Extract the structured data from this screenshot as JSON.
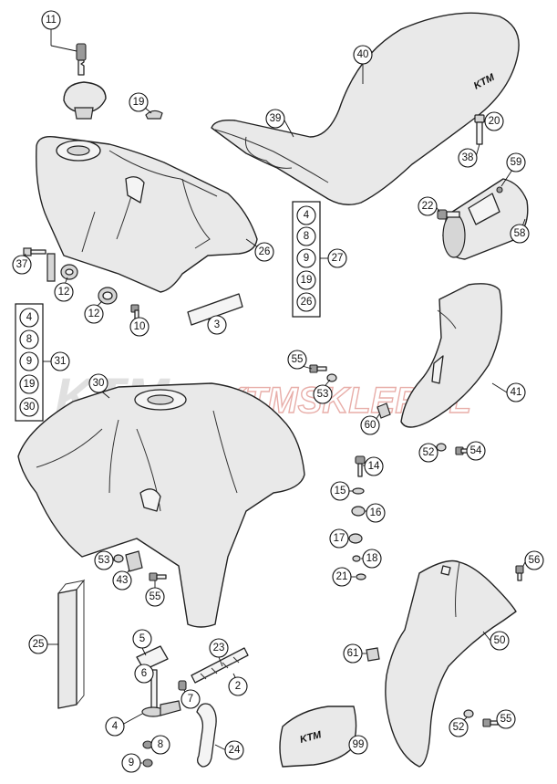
{
  "watermark": {
    "logo_text": "KTM",
    "url_text": "KTMSKLEP.PL"
  },
  "brand_marks": {
    "seat": "KTM",
    "cover": "KTM"
  },
  "callouts": {
    "p11": "11",
    "p19": "19",
    "p40": "40",
    "p39": "39",
    "p20": "20",
    "p38": "38",
    "p22": "22",
    "p59": "59",
    "p58": "58",
    "p26": "26",
    "p37": "37",
    "p12a": "12",
    "p12b": "12",
    "p10": "10",
    "p3": "3",
    "p27": "27",
    "p31": "31",
    "p30": "30",
    "p55a": "55",
    "p53a": "53",
    "p41": "41",
    "p60": "60",
    "p52a": "52",
    "p54": "54",
    "p14": "14",
    "p15": "15",
    "p16": "16",
    "p17": "17",
    "p18": "18",
    "p21": "21",
    "p53b": "53",
    "p43": "43",
    "p55b": "55",
    "p56": "56",
    "p50": "50",
    "p25": "25",
    "p5": "5",
    "p23": "23",
    "p6": "6",
    "p7": "7",
    "p2": "2",
    "p61": "61",
    "p4": "4",
    "p8": "8",
    "p9": "9",
    "p24": "24",
    "p99": "99",
    "p52b": "52",
    "p55c": "55"
  },
  "kit_box_1": {
    "items": [
      "4",
      "8",
      "9",
      "19",
      "26"
    ]
  },
  "kit_box_2": {
    "items": [
      "4",
      "8",
      "9",
      "19",
      "30"
    ]
  }
}
